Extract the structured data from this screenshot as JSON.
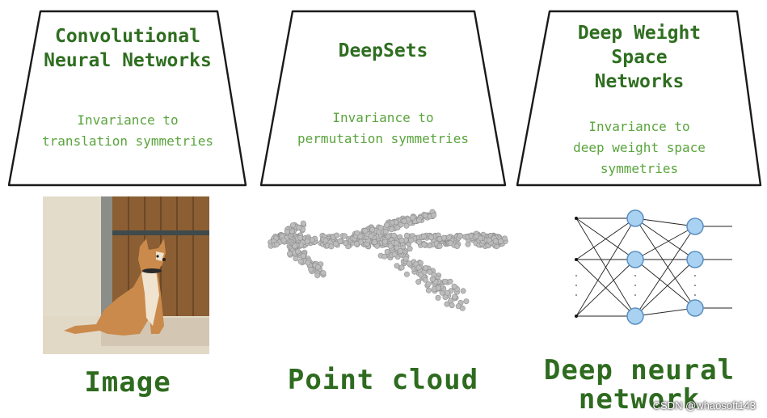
{
  "panels": [
    {
      "title_lines": [
        "Convolutional",
        "Neural Networks"
      ],
      "subtitle_lines": [
        "Invariance to",
        "translation symmetries"
      ],
      "media": "dog-photo",
      "caption_lines": [
        "Image"
      ]
    },
    {
      "title_lines": [
        "DeepSets"
      ],
      "subtitle_lines": [
        "Invariance to",
        "permutation symmetries"
      ],
      "media": "airplane-point-cloud",
      "caption_lines": [
        "Point cloud"
      ]
    },
    {
      "title_lines": [
        "Deep Weight",
        "Space",
        "Networks"
      ],
      "subtitle_lines": [
        "Invariance to",
        "deep weight space",
        "symmetries"
      ],
      "media": "neural-network-diagram",
      "caption_lines": [
        "Deep neural",
        "network"
      ]
    }
  ],
  "watermark": "CSDN @whaosoft143",
  "colors": {
    "title_green": "#2f6e20",
    "subtitle_green": "#5aa43d",
    "caption_green": "#2e6b1f",
    "node_fill": "#a9d2f2",
    "node_stroke": "#5b8fc0"
  }
}
